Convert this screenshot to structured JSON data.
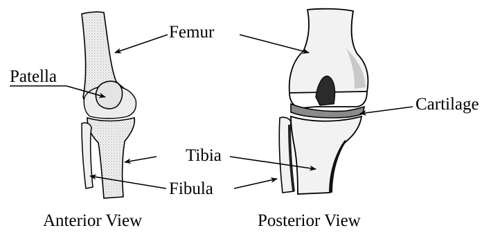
{
  "labels": {
    "femur": "Femur",
    "patella": "Patella",
    "cartilage": "Cartilage",
    "tibia": "Tibia",
    "fibula": "Fibula"
  },
  "views": {
    "anterior": "Anterior View",
    "posterior": "Posterior View"
  },
  "colors": {
    "outline": "#000000",
    "bone_fill": "#ececec",
    "bone_shade": "#c9c9c9",
    "cartilage_fill": "#8a8a8a",
    "background": "#ffffff"
  }
}
